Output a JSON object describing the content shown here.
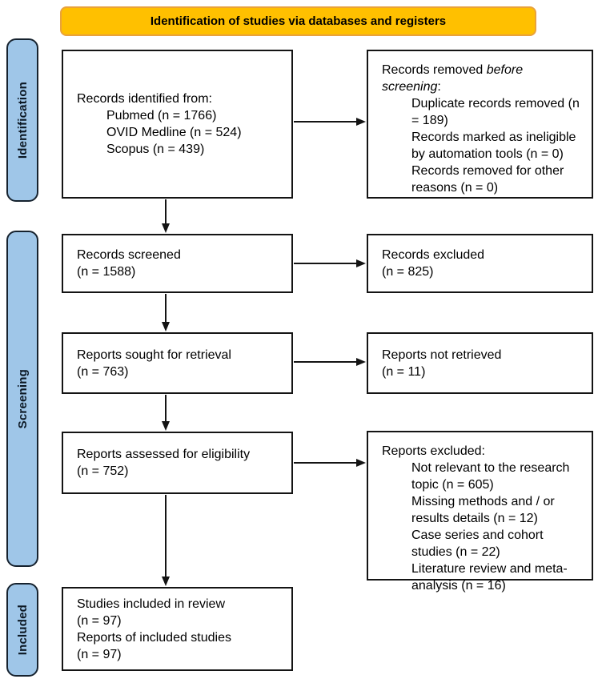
{
  "banner": {
    "label": "Identification of studies via databases and registers"
  },
  "colors": {
    "banner_bg": "#FFC000",
    "banner_border": "#E9A23B",
    "sidebar_bg": "#9FC6E8",
    "sidebar_border": "#16222E",
    "box_border": "#141414",
    "arrow": "#141414"
  },
  "sidebar": {
    "items": [
      {
        "label": "Identification"
      },
      {
        "label": "Screening"
      },
      {
        "label": "Included"
      }
    ]
  },
  "main_boxes": [
    {
      "name": "records-identified",
      "lines": [
        {
          "text": "Records identified from:"
        },
        {
          "text": "Pubmed (n = 1766)",
          "indent": 1
        },
        {
          "text": "OVID Medline (n = 524)",
          "indent": 1
        },
        {
          "text": "Scopus (n = 439)",
          "indent": 1
        }
      ]
    },
    {
      "name": "records-screened",
      "lines": [
        {
          "text": "Records screened"
        },
        {
          "text": "(n = 1588)"
        }
      ]
    },
    {
      "name": "reports-sought",
      "lines": [
        {
          "text": "Reports sought for retrieval"
        },
        {
          "text": "(n = 763)"
        }
      ]
    },
    {
      "name": "reports-assessed",
      "lines": [
        {
          "text": "Reports assessed for eligibility"
        },
        {
          "text": "(n = 752)"
        }
      ]
    },
    {
      "name": "studies-included",
      "lines": [
        {
          "text": "Studies included in review"
        },
        {
          "text": "(n = 97)"
        },
        {
          "text": "Reports of included studies"
        },
        {
          "text": "(n = 97)"
        }
      ]
    }
  ],
  "side_boxes": [
    {
      "name": "records-removed",
      "lines": [
        {
          "segments": [
            {
              "text": "Records removed "
            },
            {
              "text": "before screening",
              "italic": true
            },
            {
              "text": ":"
            }
          ]
        },
        {
          "text": "Duplicate records removed (n = 189)",
          "indent": 1
        },
        {
          "text": "Records marked as ineligible by automation tools (n = 0)",
          "indent": 1
        },
        {
          "text": "Records removed for other reasons (n = 0)",
          "indent": 1
        }
      ]
    },
    {
      "name": "records-excluded",
      "lines": [
        {
          "text": "Records excluded"
        },
        {
          "text": "(n = 825)"
        }
      ]
    },
    {
      "name": "reports-not-retrieved",
      "lines": [
        {
          "text": "Reports not retrieved"
        },
        {
          "text": "(n = 11)"
        }
      ]
    },
    {
      "name": "reports-excluded",
      "lines": [
        {
          "text": "Reports excluded:"
        },
        {
          "text": "Not relevant to the research topic (n = 605)",
          "indent": 1
        },
        {
          "text": "Missing methods and / or results details (n = 12)",
          "indent": 1
        },
        {
          "text": "Case series and cohort studies (n = 22)",
          "indent": 1
        },
        {
          "text": "Literature review and meta-analysis (n = 16)",
          "indent": 1
        }
      ]
    }
  ]
}
